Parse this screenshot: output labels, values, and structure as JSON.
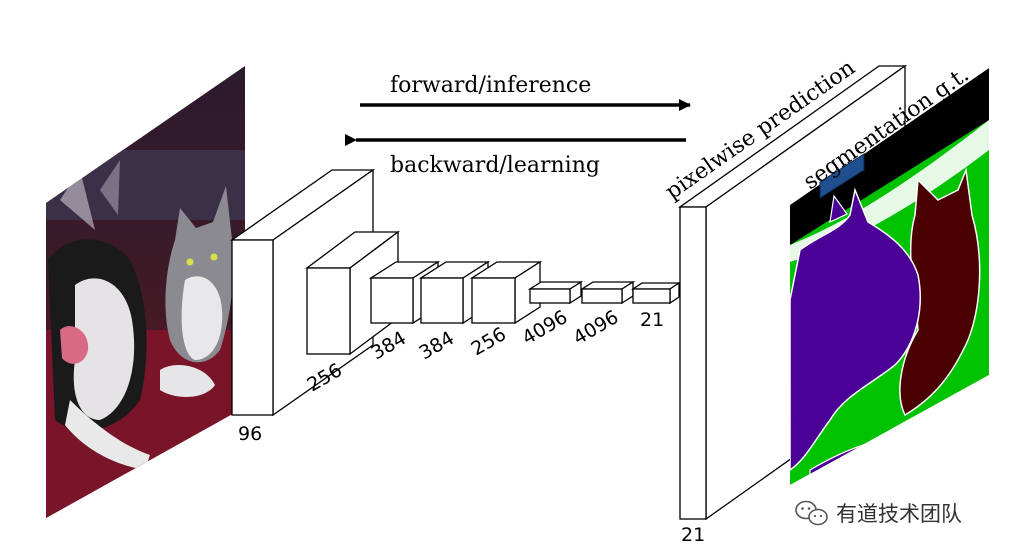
{
  "arrows": {
    "forward_label": "forward/inference",
    "backward_label": "backward/learning"
  },
  "layers": [
    {
      "id": "conv1",
      "channels": "96"
    },
    {
      "id": "conv2",
      "channels": "256"
    },
    {
      "id": "conv3",
      "channels": "384"
    },
    {
      "id": "conv4",
      "channels": "384"
    },
    {
      "id": "conv5",
      "channels": "256"
    },
    {
      "id": "fc6",
      "channels": "4096"
    },
    {
      "id": "fc7",
      "channels": "4096"
    },
    {
      "id": "score",
      "channels": "21"
    }
  ],
  "output": {
    "channels": "21",
    "prediction_label": "pixelwise prediction",
    "gt_label": "segmentation g.t."
  },
  "colors": {
    "gt_background": "#00c200",
    "gt_void": "#000000",
    "gt_dog": "#4b0096",
    "gt_cat": "#4a0000",
    "gt_boundary": "#ffffff",
    "gt_marker": "#1f4f8f"
  },
  "watermark": {
    "icon": "wechat-icon",
    "text": "有道技术团队"
  }
}
